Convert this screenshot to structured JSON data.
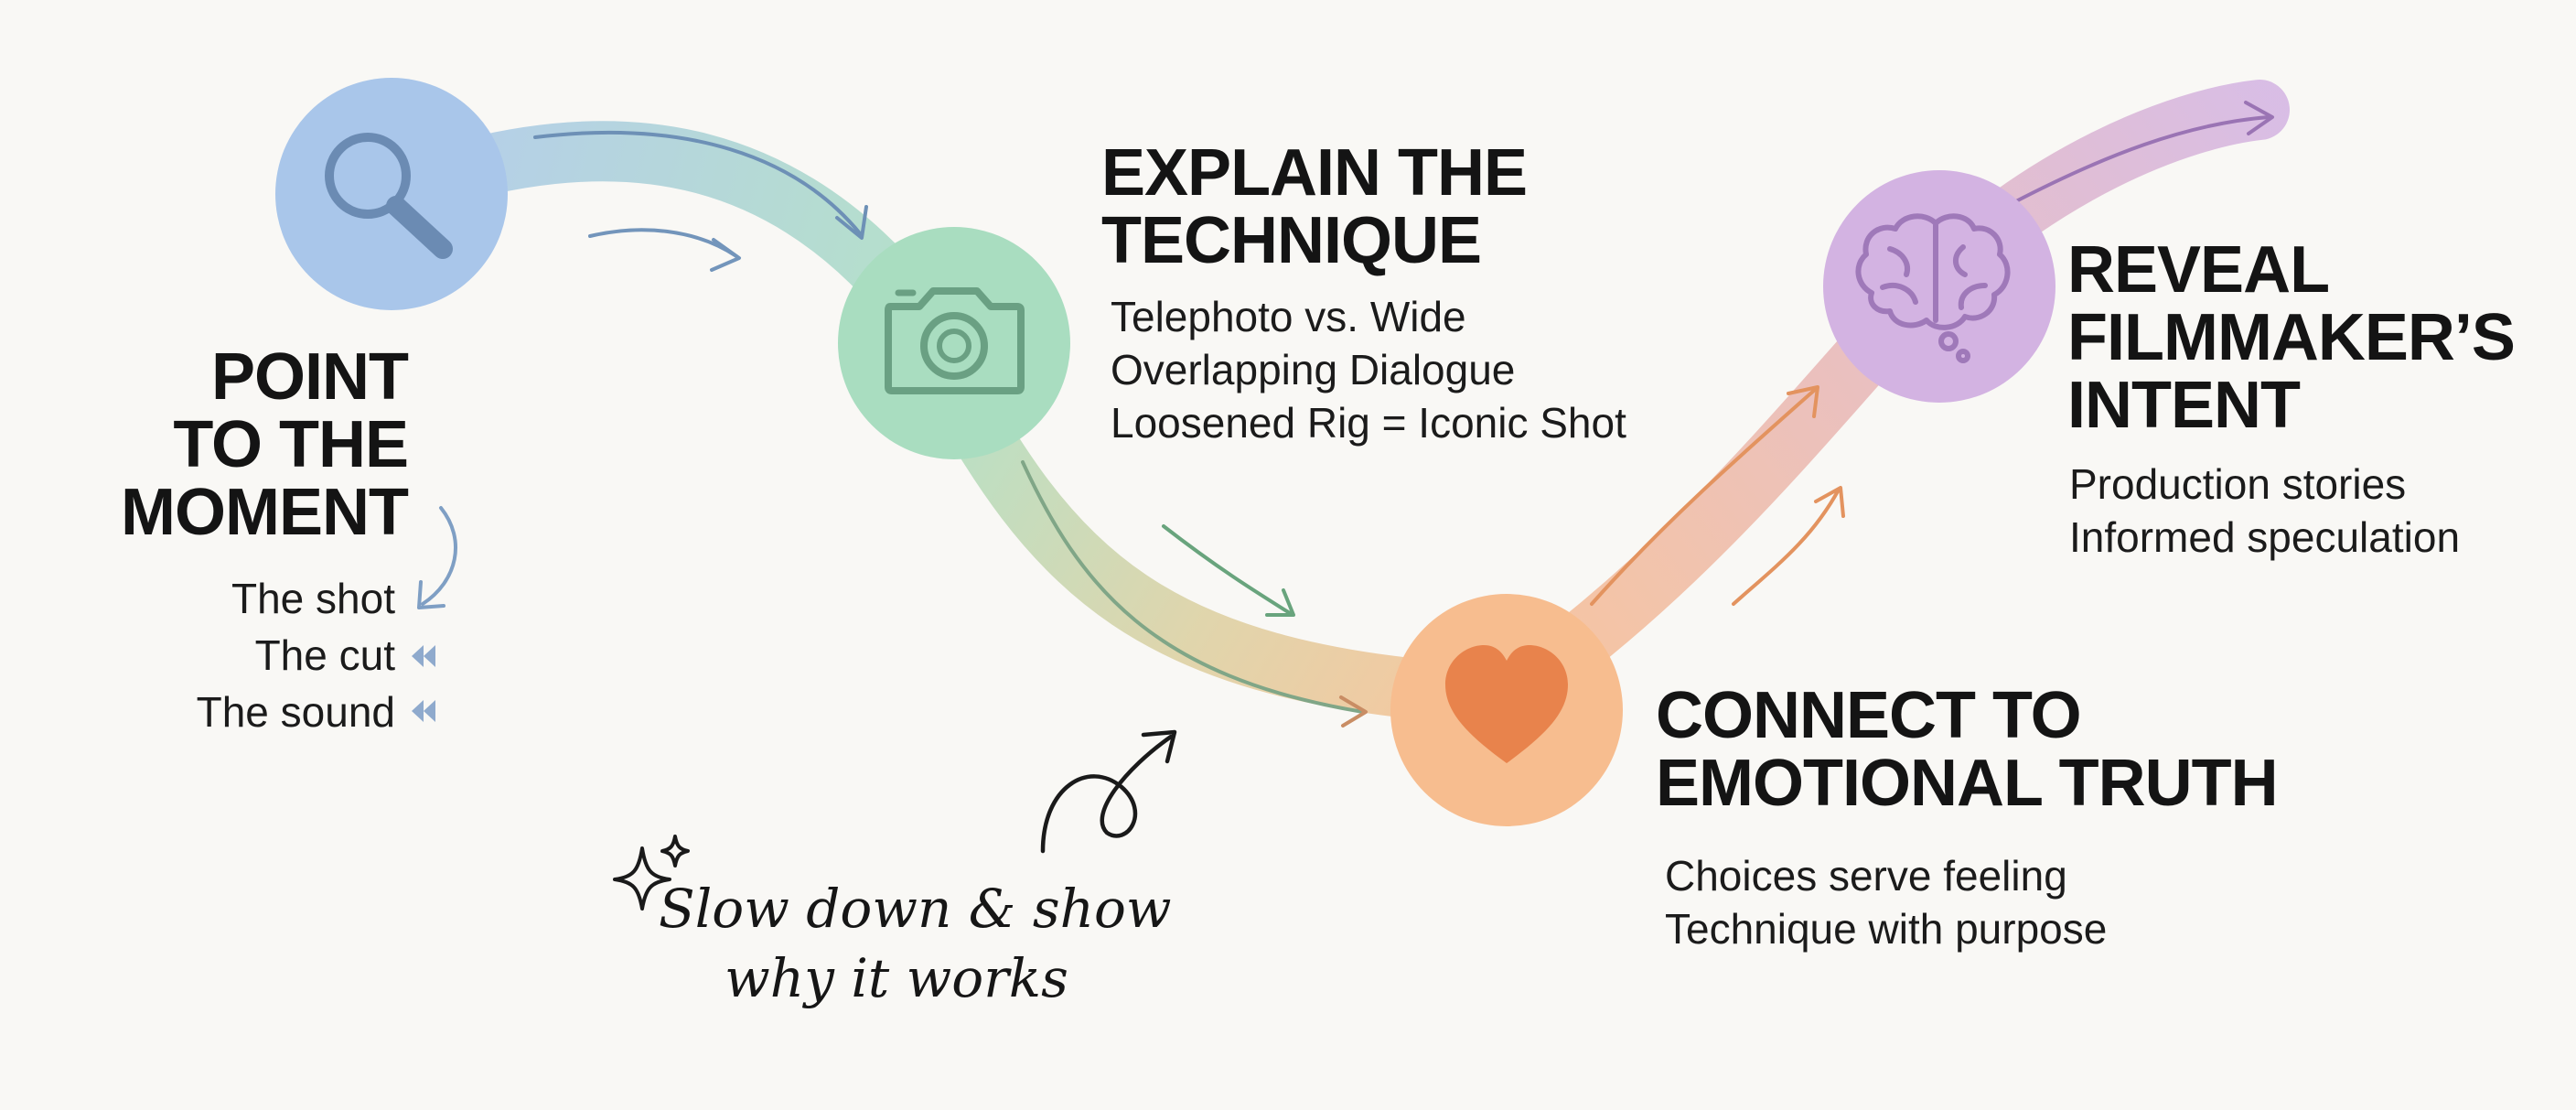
{
  "colors": {
    "background": "#f9f8f5",
    "blue": "#a9c6ea",
    "green": "#a9ddc0",
    "orange": "#f7bd8f",
    "purple": "#d3b3e2"
  },
  "steps": [
    {
      "icon": "search-icon",
      "heading": [
        "POINT",
        "TO THE",
        "MOMENT"
      ],
      "items": [
        "The shot",
        "The cut",
        "The sound"
      ]
    },
    {
      "icon": "camera-icon",
      "heading": [
        "EXPLAIN THE",
        "TECHNIQUE"
      ],
      "items": [
        "Telephoto vs. Wide",
        "Overlapping Dialogue",
        "Loosened Rig = Iconic Shot"
      ]
    },
    {
      "icon": "heart-icon",
      "heading": [
        "CONNECT TO",
        "EMOTIONAL TRUTH"
      ],
      "items": [
        "Choices serve feeling",
        "Technique with purpose"
      ]
    },
    {
      "icon": "brain-icon",
      "heading": [
        "REVEAL",
        "FILMMAKER’S",
        "INTENT"
      ],
      "items": [
        "Production stories",
        "Informed speculation"
      ]
    }
  ],
  "note": [
    "Slow down & show",
    "why it works"
  ]
}
